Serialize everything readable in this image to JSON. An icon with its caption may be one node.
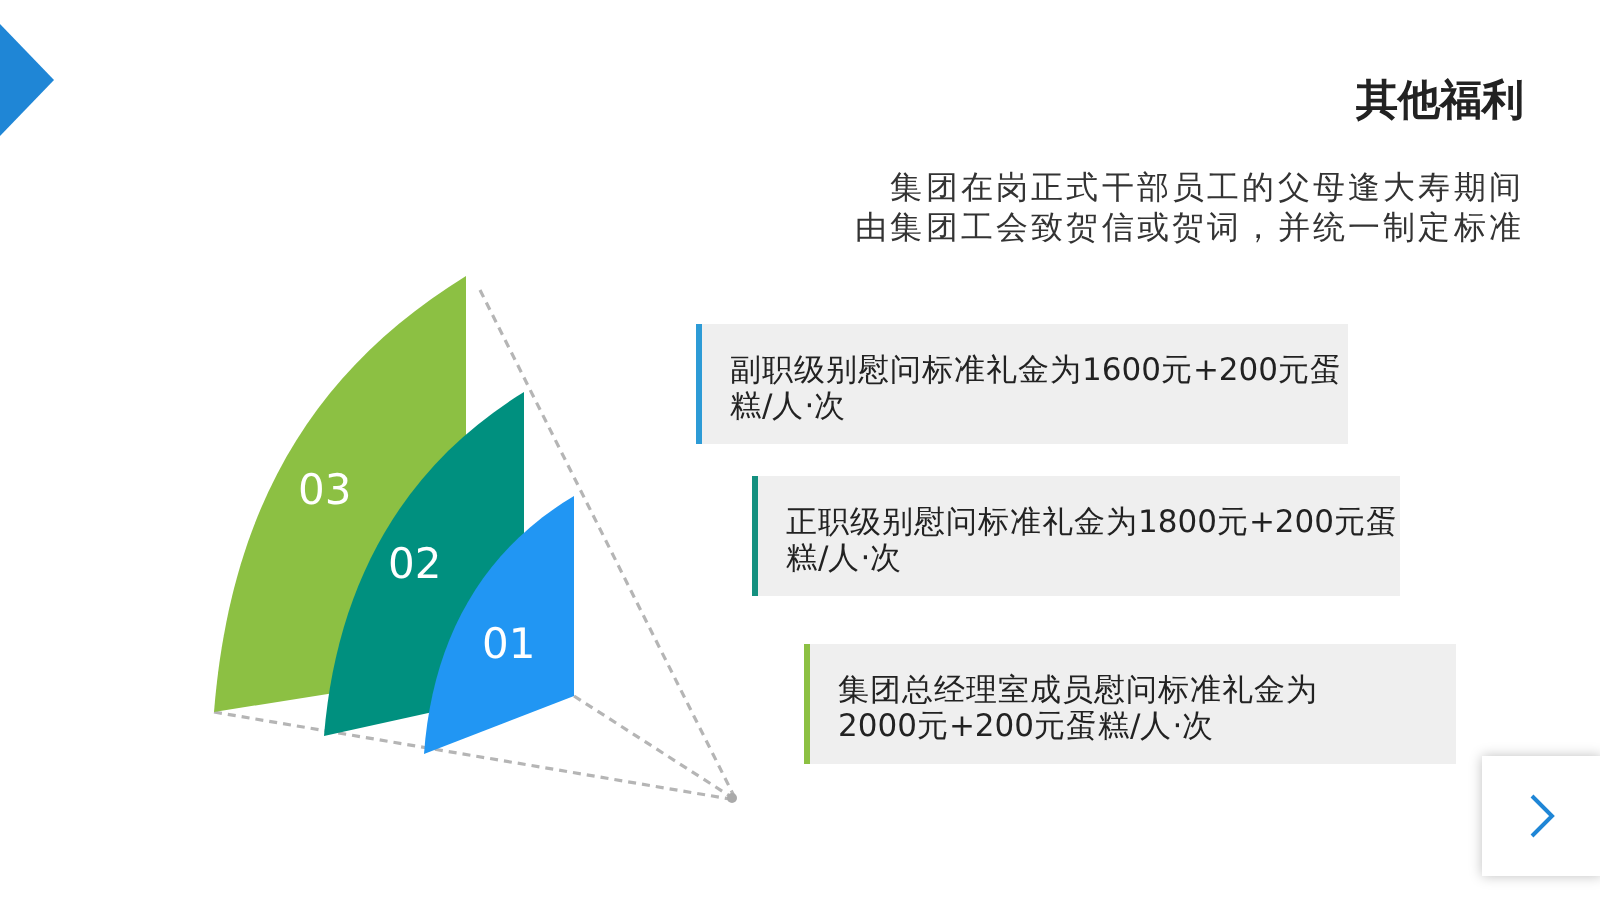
{
  "diagram": {
    "title": "其他福利",
    "nodes": [
      {
        "text": [
          "03"
        ]
      },
      {
        "text": [
          "02"
        ]
      },
      {
        "text": [
          "01"
        ]
      },
      {
        "text": [
          "副职级别慰问标准礼金为1600元+200元蛋糕/人·次"
        ]
      },
      {
        "text": [
          "正职级别慰问标准礼金为1800元+200元蛋糕/人·次"
        ]
      },
      {
        "text": [
          "集团总经理室成员慰问标准礼金为2000元+200元蛋糕/人·次"
        ]
      }
    ],
    "labels": [
      "集团在岗正式干部员工的父母逢大寿期间",
      "由集团工会致贺信或贺词，并统一制定标准"
    ]
  }
}
